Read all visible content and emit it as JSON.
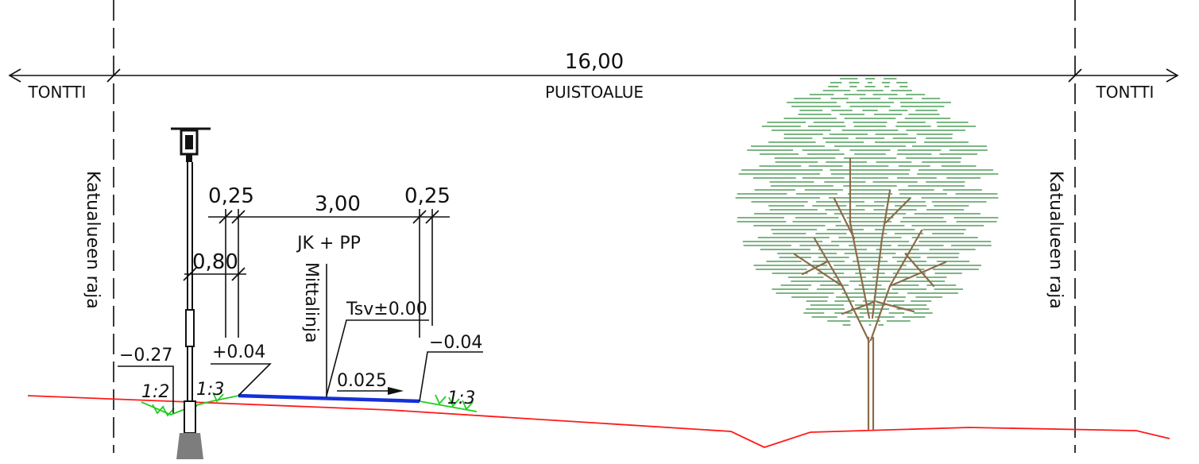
{
  "dimensions": {
    "overall": "16,00",
    "edge_left": "0,25",
    "path_width": "3,00",
    "edge_right": "0,25",
    "pole_offset": "0,80"
  },
  "zones": {
    "left": "TONTTI",
    "center": "PUISTOALUE",
    "right": "TONTTI"
  },
  "boundary_labels": {
    "left": "Katualueen raja",
    "right": "Katualueen raja"
  },
  "path": {
    "label": "JK + PP",
    "measure_line": "Mittalinja",
    "reference_level": "Tsv±0.00",
    "cross_slope": "0.025"
  },
  "levels": {
    "left_ditch": "−0.27",
    "left_edge": "+0.04",
    "right_edge": "−0.04"
  },
  "slopes": {
    "left_outer": "1:2",
    "left_inner": "1:3",
    "right": "1:3"
  },
  "colors": {
    "ground_line": "#ff1a1a",
    "path_surface": "#1530d8",
    "slope": "#22cc22",
    "tree_foliage": "#2e8b3a",
    "tree_branches": "#8b6b4a"
  },
  "icons": [
    "street-lamp-icon",
    "tree-icon",
    "arrow-icon"
  ]
}
